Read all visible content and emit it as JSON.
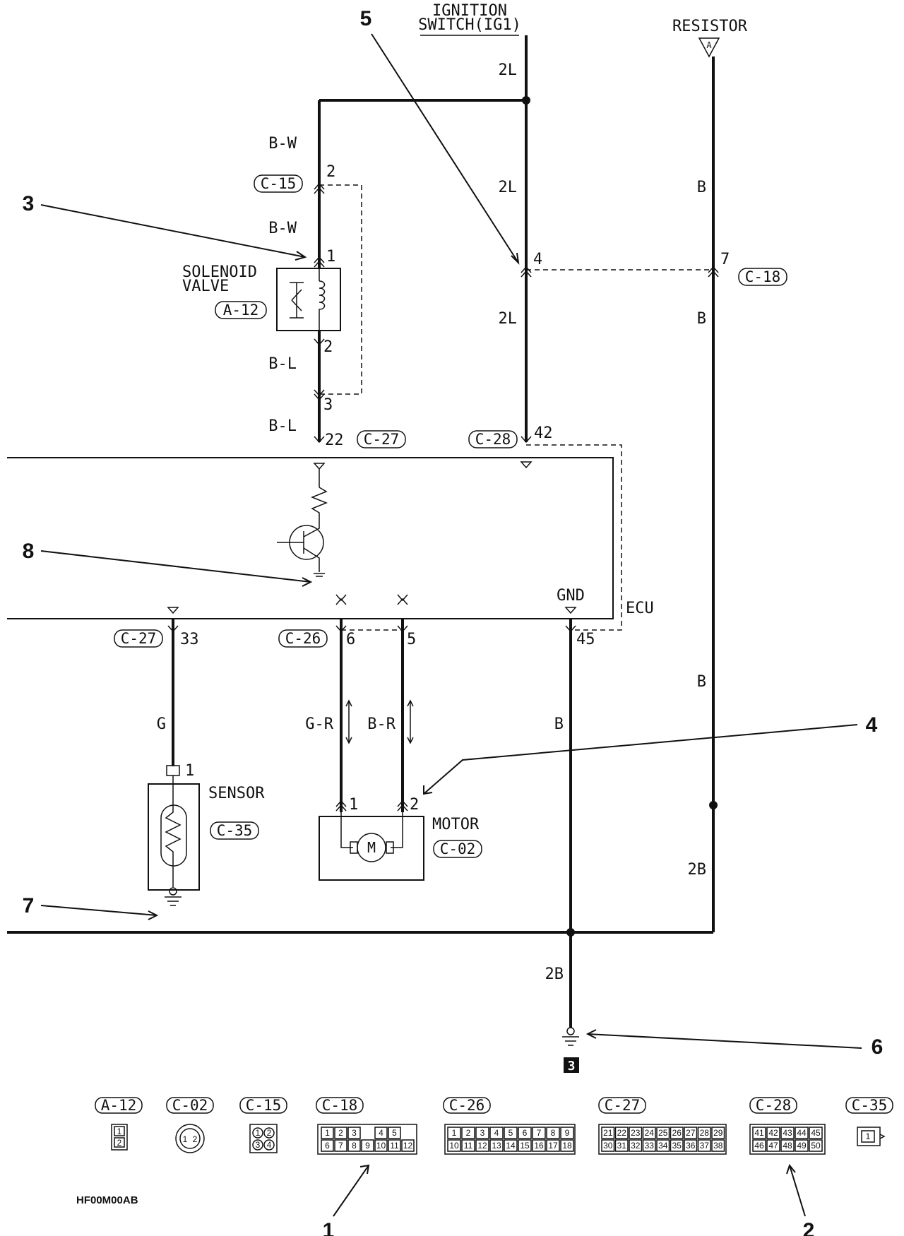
{
  "top_labels": {
    "ignition_line1": "IGNITION",
    "ignition_line2": "SWITCH(IG1)",
    "resistor": "RESISTOR",
    "resistor_marker": "A"
  },
  "wire_colors": {
    "bw_upper": "B-W",
    "bw_lower": "B-W",
    "bl_upper": "B-L",
    "bl_lower": "B-L",
    "l2_a": "2L",
    "l2_b": "2L",
    "l2_c": "2L",
    "b_a": "B",
    "b_b": "B",
    "b_c": "B",
    "b_d": "B",
    "g": "G",
    "gr": "G-R",
    "br": "B-R",
    "b2_right": "2B",
    "b2_bottom": "2B"
  },
  "connectors": {
    "c15": "C-15",
    "a12": "A-12",
    "c27_top": "C-27",
    "c28_top": "C-28",
    "c18": "C-18",
    "c27_bottom": "C-27",
    "c26": "C-26",
    "c35": "C-35",
    "c02": "C-02"
  },
  "pins": {
    "c15_top": "2",
    "a12_top": "1",
    "a12_bottom": "2",
    "c15_bottom": "3",
    "c27_22": "22",
    "c28_42": "42",
    "c18_4": "4",
    "c18_7": "7",
    "c27_33": "33",
    "c26_6": "6",
    "c26_5": "5",
    "gnd_45": "45",
    "sensor_1": "1",
    "motor_1": "1",
    "motor_2": "2"
  },
  "components": {
    "solenoid_line1": "SOLENOID",
    "solenoid_line2": "VALVE",
    "sensor": "SENSOR",
    "motor": "MOTOR",
    "motor_symbol": "M",
    "ecu": "ECU",
    "gnd": "GND",
    "ground_ref": "3"
  },
  "callouts": [
    "1",
    "2",
    "3",
    "4",
    "5",
    "6",
    "7",
    "8"
  ],
  "legend": {
    "a12": {
      "label": "A-12",
      "pins": [
        "1",
        "2"
      ]
    },
    "c02": {
      "label": "C-02",
      "pins": [
        "1",
        "2"
      ]
    },
    "c15": {
      "label": "C-15",
      "pins": [
        "1",
        "2",
        "3",
        "4"
      ]
    },
    "c18": {
      "label": "C-18",
      "row1": [
        "1",
        "2",
        "3",
        "",
        "4",
        "5"
      ],
      "row2": [
        "6",
        "7",
        "8",
        "9",
        "10",
        "11",
        "12"
      ]
    },
    "c26": {
      "label": "C-26",
      "row1": [
        "1",
        "2",
        "3",
        "4",
        "5",
        "6",
        "7",
        "8",
        "9"
      ],
      "row2": [
        "10",
        "11",
        "12",
        "13",
        "14",
        "15",
        "16",
        "17",
        "18"
      ]
    },
    "c27": {
      "label": "C-27",
      "row1": [
        "21",
        "22",
        "23",
        "24",
        "25",
        "26",
        "27",
        "28",
        "29"
      ],
      "row2": [
        "30",
        "31",
        "32",
        "33",
        "34",
        "35",
        "36",
        "37",
        "38"
      ]
    },
    "c28": {
      "label": "C-28",
      "row1": [
        "41",
        "42",
        "43",
        "44",
        "45"
      ],
      "row2": [
        "46",
        "47",
        "48",
        "49",
        "50"
      ]
    },
    "c35": {
      "label": "C-35",
      "pins": [
        "1"
      ]
    }
  },
  "figure_code": "HF00M00AB"
}
